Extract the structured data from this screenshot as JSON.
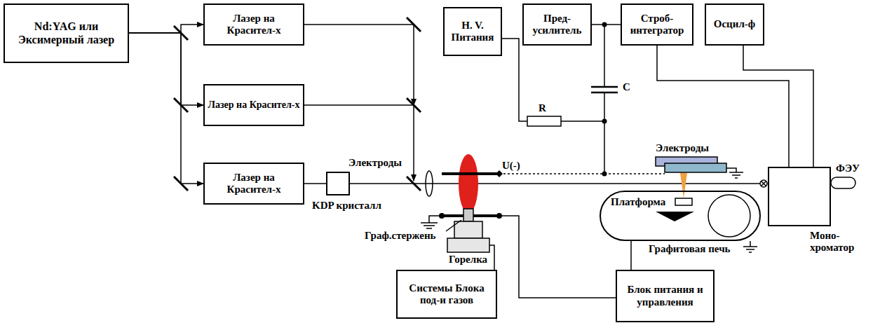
{
  "diagram": {
    "nodes": [
      {
        "text": [
          "Nd:YAG или Эксимерный лазер"
        ]
      },
      {
        "text": [
          "Лазер на Красител-х"
        ]
      },
      {
        "text": [
          "Лазер на Красител-х"
        ]
      },
      {
        "text": [
          "Лазер на Красител-х"
        ]
      },
      {
        "text": [
          "H. V. Питания"
        ]
      },
      {
        "text": [
          "Пред- усилитель"
        ]
      },
      {
        "text": [
          "Строб- интегратор"
        ]
      },
      {
        "text": [
          "Осцил-ф"
        ]
      },
      {
        "text": [
          "KDP кристалл"
        ]
      },
      {
        "text": [
          "Системы Блока под-и газов"
        ]
      },
      {
        "text": [
          "Блок питания и управления"
        ]
      },
      {
        "text": [
          "Моно- хроматор"
        ]
      },
      {
        "text": [
          "Платформа"
        ]
      }
    ],
    "edges": [
      {
        "from": 0,
        "to": 1,
        "arrow": "to"
      },
      {
        "from": 0,
        "to": 2,
        "arrow": "to"
      },
      {
        "from": 0,
        "to": 3,
        "arrow": "to"
      },
      {
        "from": 3,
        "to": 8,
        "arrow": "none"
      },
      {
        "from": 5,
        "to": 6,
        "arrow": "none"
      },
      {
        "from": 6,
        "to": 11,
        "arrow": "none"
      },
      {
        "from": 7,
        "to": 11,
        "arrow": "none"
      },
      {
        "from": 10,
        "to": 12,
        "arrow": "none"
      }
    ],
    "labels": [
      "Электроды",
      "U(-)",
      "R",
      "C",
      "Электроды",
      "Граф.стержень",
      "Горелка",
      "Графитовая печь",
      "ФЭУ"
    ]
  }
}
